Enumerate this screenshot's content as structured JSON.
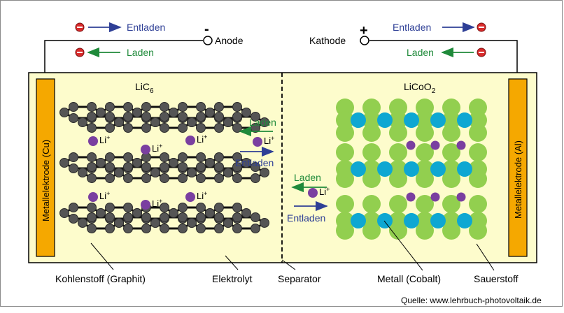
{
  "labels": {
    "anode": "Anode",
    "kathode": "Kathode",
    "minus": "-",
    "plus": "+",
    "entladen": "Entladen",
    "laden": "Laden",
    "anode_material": "LiC",
    "anode_sub": "6",
    "cathode_material_a": "LiCoO",
    "cathode_material_sub": "2",
    "electrode_left": "Metallelektrode  (Cu)",
    "electrode_right": "Metallelektrode  (Al)",
    "li_ion": "Li",
    "li_sup": "+",
    "kohlenstoff": "Kohlenstoff  (Graphit)",
    "elektrolyt": "Elektrolyt",
    "separator": "Separator",
    "metall": "Metall  (Cobalt)",
    "sauerstoff": "Sauerstoff",
    "source": "Quelle: www.lehrbuch-photovoltaik.de"
  },
  "colors": {
    "electrolyte": "#fdfccc",
    "electrode": "#f5a800",
    "carbon": "#555555",
    "bond": "#111111",
    "lithium": "#7a3fa0",
    "oxygen": "#92cf4f",
    "cobalt": "#0ea7d2",
    "electron": "#d92b2b",
    "arrow_blue": "#2e3f96",
    "arrow_green": "#1f8a3a"
  }
}
